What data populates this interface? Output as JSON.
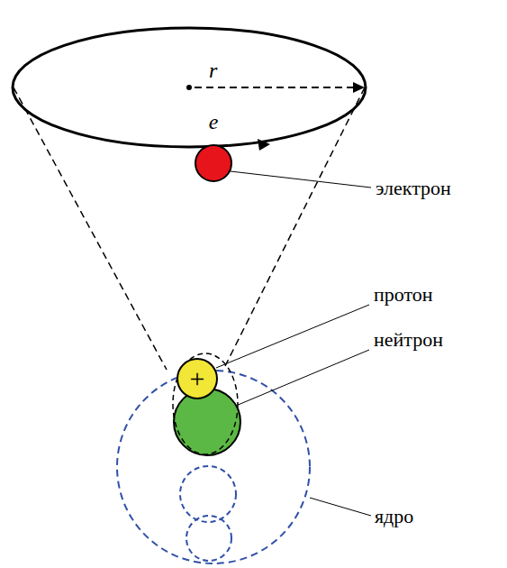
{
  "diagram": {
    "nodes": [
      {
        "text": [
          "e"
        ]
      },
      {
        "text": [
          "+"
        ]
      }
    ],
    "labels": [
      "r",
      "электрон",
      "протон",
      "нейтрон",
      "ядро"
    ]
  }
}
